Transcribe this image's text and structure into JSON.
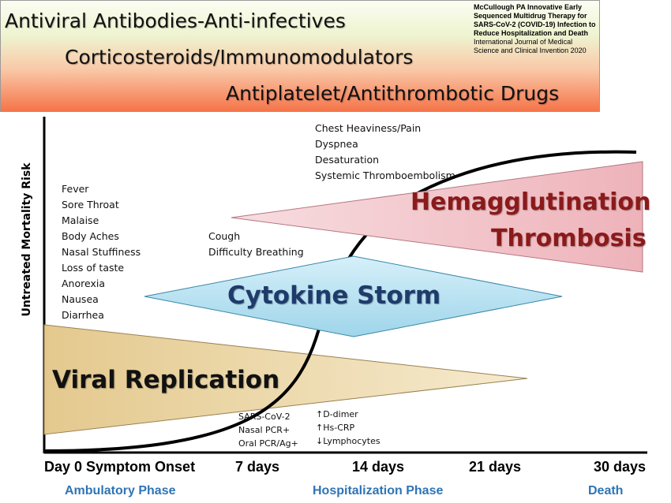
{
  "banner": {
    "line1": "Antiviral Antibodies-Anti-infectives",
    "line2": "Corticosteroids/Immunomodulators",
    "line3": "Antiplatelet/Antithrombotic Drugs"
  },
  "citation": {
    "bold": "McCullough PA Innovative Early Sequenced Multidrug Therapy for SARS-CoV-2 (COVID-19) Infection to Reduce Hospitalization and Death",
    "rest": " International Journal of Medical Science and Clinical Invention 2020"
  },
  "y_axis_label": "Untreated Mortality Risk",
  "early_symptoms": [
    "Fever",
    "Sore Throat",
    "Malaise",
    "Body Aches",
    "Nasal Stuffiness",
    "Loss of taste",
    "Anorexia",
    "Nausea",
    "Diarrhea"
  ],
  "respiratory_symptoms": [
    "Cough",
    "Difficulty Breathing"
  ],
  "late_symptoms": [
    "Chest Heaviness/Pain",
    "Dyspnea",
    "Desaturation",
    "Systemic Thromboembolism"
  ],
  "tests": [
    "SARS-CoV-2",
    "Nasal PCR+",
    "Oral PCR/Ag+"
  ],
  "labs": [
    "↑D-dimer",
    "↑Hs-CRP",
    "↓Lymphocytes"
  ],
  "stages": {
    "viral": "Viral Replication",
    "cytokine": "Cytokine  Storm",
    "hemag_line1": "Hemagglutination",
    "hemag_line2": "Thrombosis"
  },
  "timeline": {
    "day0": "Day 0 Symptom Onset",
    "d7": "7 days",
    "d14": "14 days",
    "d21": "21 days",
    "d30": "30 days"
  },
  "phases": {
    "ambulatory": "Ambulatory Phase",
    "hospitalization": "Hospitalization Phase",
    "death": "Death"
  },
  "colors": {
    "viral": "#ead4a0",
    "cytokine": "#bfe4f2",
    "hemag": "#f3c6cc",
    "hemag_text": "#8b1a1a",
    "cytokine_text": "#1f3b6b",
    "phase_text": "#2e74b5"
  }
}
